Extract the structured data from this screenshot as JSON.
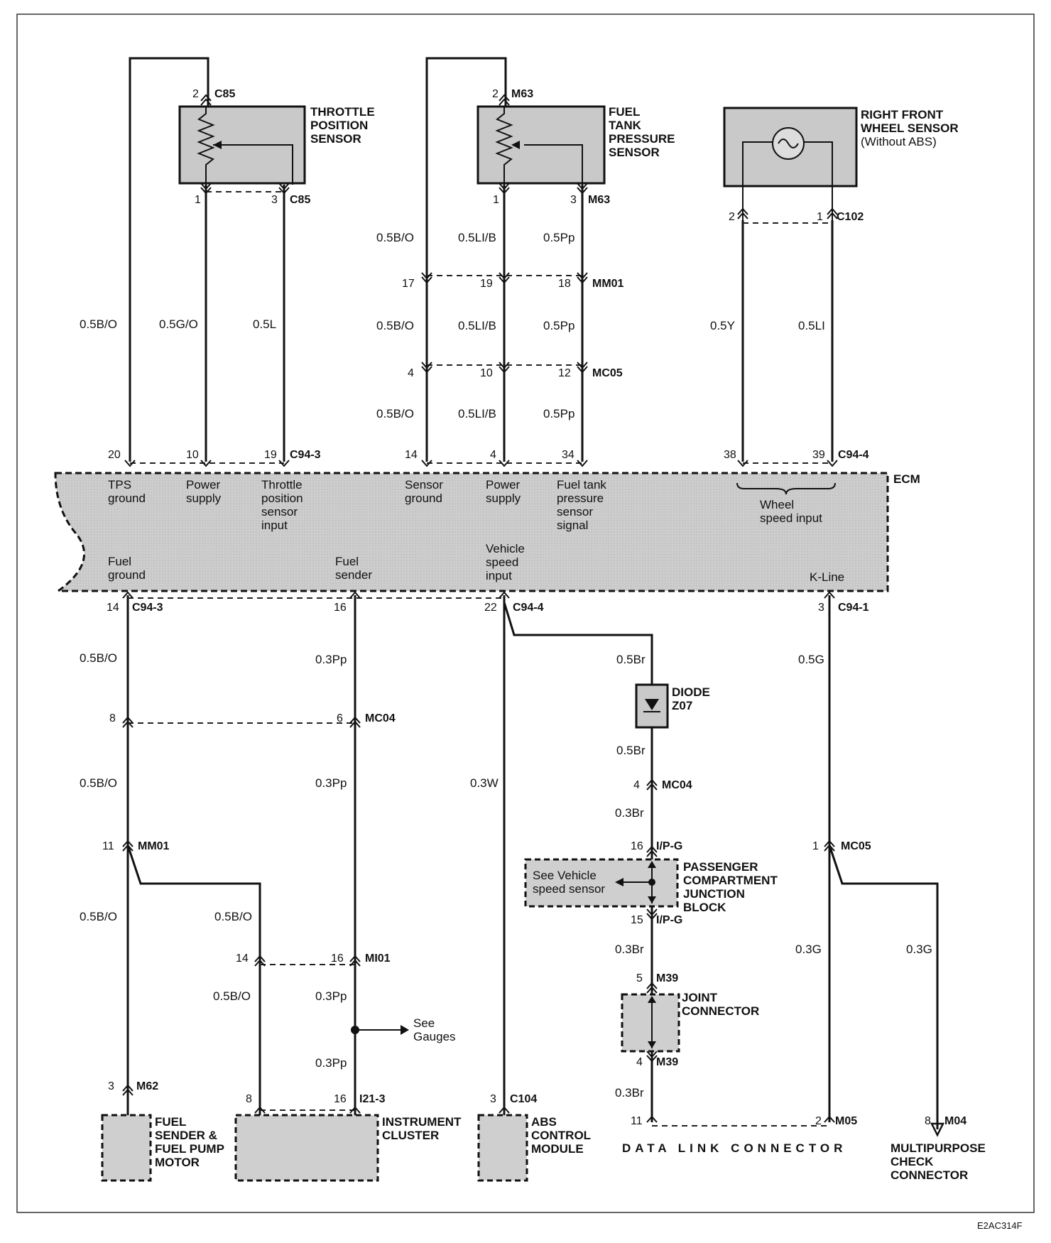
{
  "components": {
    "tps": {
      "name": [
        "THROTTLE",
        "POSITION",
        "SENSOR"
      ],
      "connector": "C85",
      "pins": {
        "top": "2",
        "left": "1",
        "right": "3"
      }
    },
    "ftps": {
      "name": [
        "FUEL",
        "TANK",
        "PRESSURE",
        "SENSOR"
      ],
      "connector": "M63",
      "pins": {
        "top": "2",
        "left": "1",
        "right": "3"
      }
    },
    "wheel": {
      "name": [
        "RIGHT FRONT",
        "WHEEL SENSOR"
      ],
      "note": "(Without ABS)",
      "connector": "C102",
      "pins": {
        "left": "2",
        "right": "1"
      }
    },
    "ecm": {
      "name": "ECM"
    },
    "diode": {
      "name": [
        "DIODE",
        "Z07"
      ]
    },
    "pcjb": {
      "name": [
        "PASSENGER",
        "COMPARTMENT",
        "JUNCTION",
        "BLOCK"
      ],
      "ref": [
        "See Vehicle",
        "speed sensor"
      ]
    },
    "joint": {
      "name": [
        "JOINT",
        "CONNECTOR"
      ]
    },
    "fuel_sender": {
      "name": [
        "FUEL",
        "SENDER &",
        "FUEL PUMP",
        "MOTOR"
      ]
    },
    "cluster": {
      "name": [
        "INSTRUMENT",
        "CLUSTER"
      ]
    },
    "abs": {
      "name": [
        "ABS",
        "CONTROL",
        "MODULE"
      ]
    },
    "dlc": {
      "name": "DATA LINK CONNECTOR"
    },
    "mcc": {
      "name": [
        "MULTIPURPOSE",
        "CHECK",
        "CONNECTOR"
      ]
    }
  },
  "ecm_terminals": {
    "tps_ground": [
      "TPS",
      "ground"
    ],
    "power_supply_1": [
      "Power",
      "supply"
    ],
    "tps_input": [
      "Throttle",
      "position",
      "sensor",
      "input"
    ],
    "sensor_ground": [
      "Sensor",
      "ground"
    ],
    "power_supply_2": [
      "Power",
      "supply"
    ],
    "ftps_signal": [
      "Fuel tank",
      "pressure",
      "sensor",
      "signal"
    ],
    "wheel_speed": [
      "Wheel",
      "speed input"
    ],
    "fuel_ground": [
      "Fuel",
      "ground"
    ],
    "fuel_sender": [
      "Fuel",
      "sender"
    ],
    "vss_input": [
      "Vehicle",
      "speed",
      "input"
    ],
    "k_line": "K-Line"
  },
  "connectors": {
    "c85": "C85",
    "m63": "M63",
    "c102": "C102",
    "mm01": "MM01",
    "mc05": "MC05",
    "c94_3": "C94-3",
    "c94_4": "C94-4",
    "c94_1": "C94-1",
    "mc04": "MC04",
    "ip_g": "I/P-G",
    "m39": "M39",
    "mi01": "MI01",
    "i21_3": "I21-3",
    "m62": "M62",
    "c104": "C104",
    "m05": "M05",
    "m04": "M04"
  },
  "pins": {
    "mm01_17": "17",
    "mm01_19": "19",
    "mm01_18": "18",
    "mc05_4": "4",
    "mc05_10": "10",
    "mc05_12": "12",
    "e20": "20",
    "e10": "10",
    "e19": "19",
    "e14": "14",
    "e4": "4",
    "e34": "34",
    "e38": "38",
    "e39": "39",
    "b14": "14",
    "b16": "16",
    "b22": "22",
    "b3": "3",
    "mc04_8": "8",
    "mc04_6": "6",
    "mc04_4": "4",
    "mm01_11": "11",
    "ipg_16": "16",
    "ipg_15": "15",
    "mc05_1": "1",
    "mi01_14": "14",
    "mi01_16": "16",
    "m39_5": "5",
    "m39_4": "4",
    "m62_3": "3",
    "i21_8": "8",
    "i21_16": "16",
    "c104_3": "3",
    "dlc_11": "11",
    "dlc_2": "2",
    "m04_8": "8"
  },
  "wires": {
    "w_05BO": "0.5B/O",
    "w_05GO": "0.5G/O",
    "w_05L": "0.5L",
    "w_05LIB": "0.5LI/B",
    "w_05Pp": "0.5Pp",
    "w_05Y": "0.5Y",
    "w_05LI": "0.5LI",
    "w_03Pp": "0.3Pp",
    "w_05Br": "0.5Br",
    "w_05G": "0.5G",
    "w_03W": "0.3W",
    "w_03Br": "0.3Br",
    "w_03G": "0.3G"
  },
  "refs": {
    "gauges": [
      "See",
      "Gauges"
    ]
  },
  "figure_id": "E2AC314F"
}
